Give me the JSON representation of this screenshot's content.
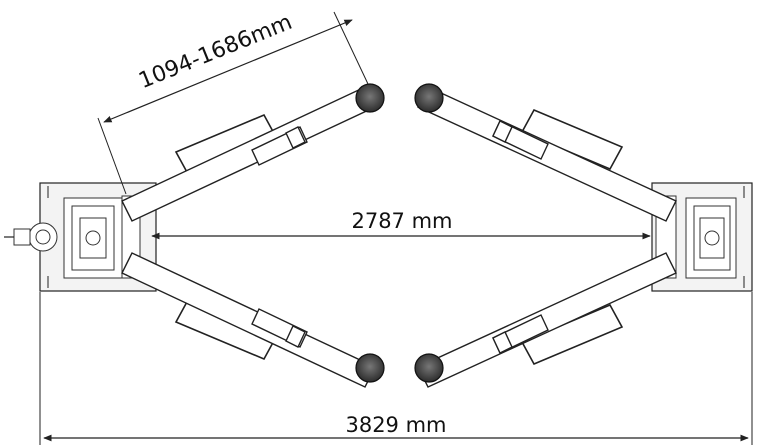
{
  "dimensions": {
    "arm_reach": "1094-1686mm",
    "inner_width": "2787 mm",
    "overall_width": "3829 mm"
  },
  "colors": {
    "line": "#222222",
    "pad": "#3a3a3a",
    "background": "#ffffff"
  }
}
